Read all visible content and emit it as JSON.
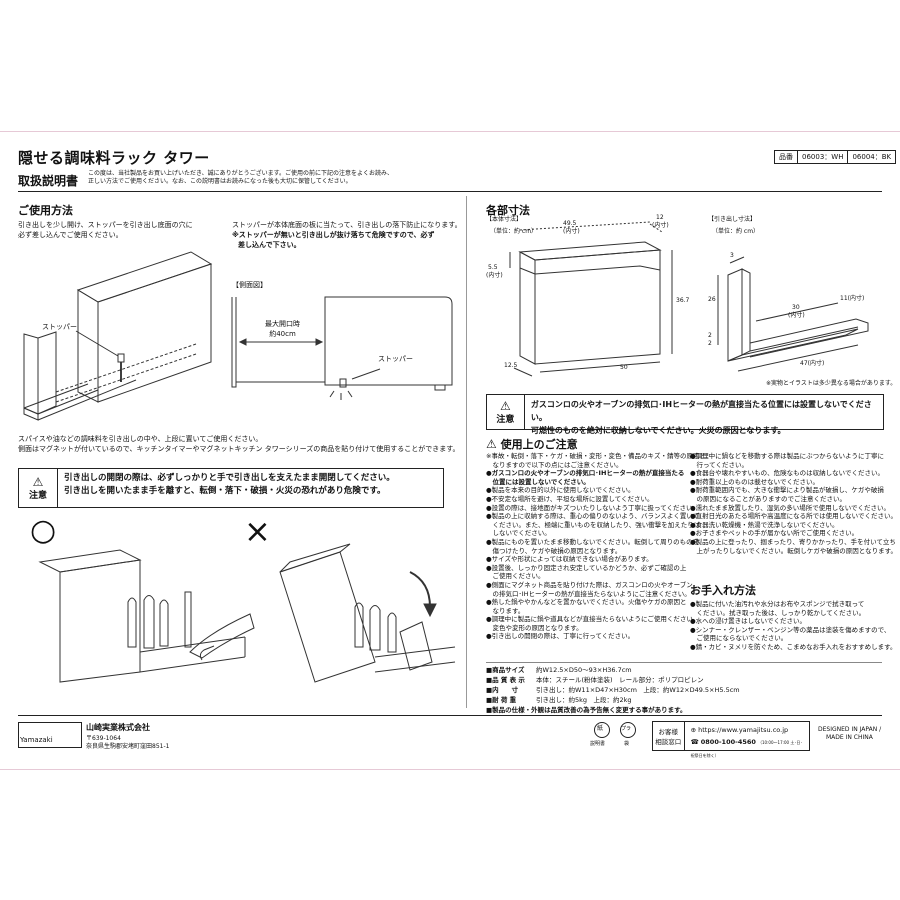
{
  "title": "隠せる調味料ラック タワー",
  "product_code": {
    "label": "品番",
    "codes": [
      "06003：WH",
      "06004：BK"
    ]
  },
  "manual": {
    "heading": "取扱説明書",
    "intro": [
      "この度は、当社製品をお買い上げいただき、誠にありがとうございます。ご使用の前に下記の注意をよくお読み、",
      "正しい方法でご使用ください。なお、この説明書はお読みになった後も大切に保管してください。"
    ]
  },
  "usage": {
    "heading": "ご使用方法",
    "step1": [
      "引き出しを少し開け、ストッパーを引き出し底面の穴に",
      "必ず差し込んでご使用ください。"
    ],
    "stopper_label": "ストッパー",
    "step2": "ストッパーが本体底面の板に当たって、引き出しの落下防止になります。",
    "step2_warn": [
      "※ストッパーが無いと引き出しが抜け落ちて危険ですので、必ず",
      "差し込んで下さい。"
    ],
    "side_view_label": "【側面図】",
    "max_open": [
      "最大開口時",
      "約40cm"
    ],
    "stopper_label2": "ストッパー",
    "note": [
      "スパイスや油などの調味料を引き出しの中や、上段に置いてご使用ください。",
      "側面はマグネットが付いているので、キッチンタイマーやマグネットキッチン タワーシリーズの商品を貼り付けて使用することができます。"
    ],
    "caution_label": "注意",
    "caution": [
      "引き出しの開閉の際は、必ずしっかりと手で引き出しを支えたまま開閉してください。",
      "引き出しを開いたまま手を離すと、転倒・落下・破損・火災の恐れがあり危険です。"
    ],
    "ok_mark": "○",
    "ng_mark": "×"
  },
  "dimensions": {
    "heading": "各部寸法",
    "body_label": "【本体寸法】",
    "unit": "（単位：約 cm）",
    "drawer_label": "【引き出し寸法】",
    "unit2": "（単位：約 cm）",
    "body": {
      "w_top": "49.5",
      "w_top_in": "(内寸)",
      "d_top": "12",
      "d_top_in": "(内寸)",
      "h_in": "5.5",
      "h_in_lbl": "(内寸)",
      "h": "36.7",
      "d": "12.5",
      "w": "50"
    },
    "drawer": {
      "d_top": "3",
      "h": "26",
      "w_in": "30",
      "w_in_lbl": "(内寸)",
      "h_small": "11(内寸)",
      "h1": "2",
      "h2": "2",
      "w": "47(内寸)"
    },
    "note": "※実物とイラストは多少異なる場合があります。"
  },
  "fire_warning": {
    "label": "注意",
    "lines": [
      "ガスコンロの火やオーブンの排気口･IHヒーターの熱が直接当たる位置には設置しないでください。",
      "可燃性のものを絶対に収納しないでください。火災の原因となります。"
    ]
  },
  "precautions": {
    "heading": "使用上のご注意",
    "left": [
      "※事故・転倒・落下・ケガ・破損・変形・変色・備品のキズ・錆等の原因と",
      "　なりますので以下の点にはご注意ください。",
      "●ガスコンロの火やオーブンの排気口･IHヒーターの熱が直接当たる",
      "　位置には設置しないでください。",
      "●製品を本来の目的以外に使用しないでください。",
      "●不安定な場所を避け、平坦な場所に設置してください。",
      "●設置の際は、接地面がキズついたりしないよう丁寧に扱ってください。",
      "●製品の上に収納する際は、重心の偏りのないよう、バランスよく置いて",
      "　ください。また、極端に重いものを収納したり、強い衝撃を加えたりは",
      "　しないでください。",
      "●製品にものを置いたまま移動しないでください。転倒して周りのものを",
      "　傷つけたり、ケガや破損の原因となります。",
      "●サイズや形状によっては収納できない場合があります。",
      "●設置後、しっかり固定され安定しているかどうか、必ずご確認の上",
      "　ご使用ください。",
      "●側面にマグネット商品を貼り付けた際は、ガスコンロの火やオーブン",
      "　の排気口･IHヒーターの熱が直接当たらないようにご注意ください。",
      "●熱した鍋ややかんなどを置かないでください。火傷やケガの原因と",
      "　なります。",
      "●調理中に製品に鍋や道具などが直接当たらないようにご使用ください。",
      "　変色や変形の原因となります。",
      "●引き出しの開閉の際は、丁寧に行ってください。"
    ],
    "right": [
      "●調理中に鍋などを移動する際は製品にぶつからないように丁寧に",
      "　行ってください。",
      "●食器台や壊れやすいもの、危険なものは収納しないでください。",
      "●耐荷重以上のものは載せないでください。",
      "●耐荷重範囲内でも、大きな衝撃により製品が破損し、ケガや破損",
      "　の原因になることがありますのでご注意ください。",
      "●濡れたまま放置したり、湿気の多い場所で使用しないでください。",
      "●直射日光のあたる場所や高温度になる所では使用しないでください。",
      "●食器洗い乾燥機・熱湯で洗浄しないでください。",
      "●お子さまやペットの手が届かない所でご使用ください。",
      "●製品の上に登ったり、掴まったり、寄りかかったり、手を付いて立ち",
      "　上がったりしないでください。転倒しケガや破損の原因となります。"
    ]
  },
  "care": {
    "heading": "お手入れ方法",
    "lines": [
      "●製品に付いた油汚れや水分はお布やスポンジで拭き取って",
      "　ください。拭き取った後は、しっかり乾かしてください。",
      "●水への浸け置きはしないでください。",
      "●シンナー・クレンザー・ベンジン等の薬品は塗装を傷めますので、",
      "　ご使用にならないでください。",
      "●錆・カビ・ヌメリを防ぐため、こまめなお手入れをおすすめします。"
    ]
  },
  "specs": [
    {
      "k": "■商品サイズ",
      "v": "約W12.5×D50～93×H36.7cm"
    },
    {
      "k": "■品 質 表 示",
      "v": "本体：スチール(粉体塗装)　レール部分：ポリプロピレン"
    },
    {
      "k": "■内　　寸",
      "v": "引き出し：約W11×D47×H30cm　上段：約W12×D49.5×H5.5cm"
    },
    {
      "k": "■耐 荷 重",
      "v": "引き出し：約5kg　上段：約2kg"
    },
    {
      "k": "■製品の仕様・外観は品質改善の為予告無く変更する事があります。",
      "v": ""
    }
  ],
  "company": {
    "brand": "Yamazaki",
    "name": "山崎実業株式会社",
    "postal": "〒639-1064",
    "address": "奈良県生駒郡安堵町窪田851-1"
  },
  "recycle": [
    "紙",
    "プラ",
    "説明書",
    "袋"
  ],
  "contact": {
    "label": [
      "お客様",
      "相談窓口"
    ],
    "url": "https://www.yamajitsu.co.jp",
    "phone": "0800-100-4560",
    "hours": "（10:00～17:00 土･日･祝祭日を除く）"
  },
  "origin": [
    "DESIGNED IN JAPAN /",
    "MADE IN CHINA"
  ]
}
